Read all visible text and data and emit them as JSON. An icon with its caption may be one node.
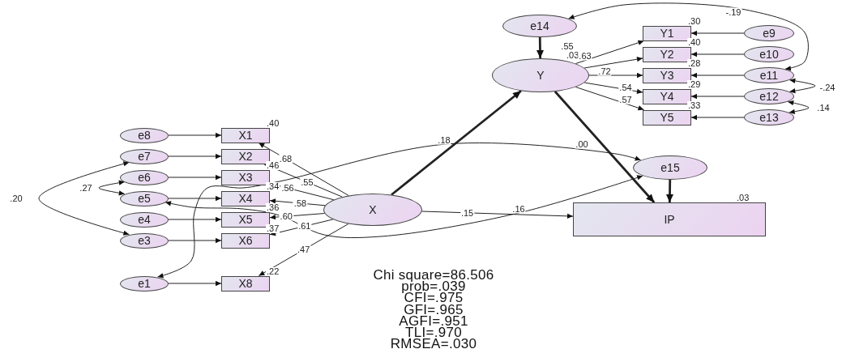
{
  "diagram": {
    "nodes": [
      {
        "text": [
          "e14"
        ]
      },
      {
        "text": [
          "Y1"
        ],
        "beside": [
          ".30"
        ]
      },
      {
        "text": [
          "e9"
        ]
      },
      {
        "text": [
          "Y"
        ],
        "beside": [
          ".03"
        ]
      },
      {
        "text": [
          "Y2"
        ],
        "beside": [
          ".40"
        ]
      },
      {
        "text": [
          "e10"
        ]
      },
      {
        "text": [
          "Y3"
        ],
        "beside": [
          ".28"
        ]
      },
      {
        "text": [
          "e11"
        ]
      },
      {
        "text": [
          "Y4"
        ],
        "beside": [
          ".29"
        ]
      },
      {
        "text": [
          "e12"
        ]
      },
      {
        "text": [
          "Y5"
        ],
        "beside": [
          ".33"
        ]
      },
      {
        "text": [
          "e13"
        ]
      },
      {
        "text": [
          "e8"
        ]
      },
      {
        "text": [
          "X1"
        ],
        "beside": [
          ".40"
        ]
      },
      {
        "text": [
          "e7"
        ]
      },
      {
        "text": [
          "X2"
        ]
      },
      {
        "text": [
          "e6"
        ]
      },
      {
        "text": [
          "X3"
        ],
        "beside": [
          ".46"
        ]
      },
      {
        "text": [
          "e15"
        ]
      },
      {
        "text": [
          "e5"
        ]
      },
      {
        "text": [
          "X4"
        ],
        "beside": [
          ".34"
        ]
      },
      {
        "text": [
          "X"
        ]
      },
      {
        "text": [
          "e4"
        ]
      },
      {
        "text": [
          "X5"
        ],
        "beside": [
          ".36"
        ]
      },
      {
        "text": [
          "IP"
        ],
        "beside": [
          ".03"
        ]
      },
      {
        "text": [
          "e3"
        ]
      },
      {
        "text": [
          "X6"
        ],
        "beside": [
          ".37"
        ]
      },
      {
        "text": [
          "e1"
        ]
      },
      {
        "text": [
          "X8"
        ],
        "beside": [
          ".22"
        ]
      }
    ],
    "edges": [
      {
        "from": 0,
        "to": 3,
        "arrow": "to",
        "style": "thick"
      },
      {
        "from": 3,
        "to": 1,
        "arrow": "to",
        "label": ".55"
      },
      {
        "from": 3,
        "to": 4,
        "arrow": "to",
        "label": ".63"
      },
      {
        "from": 3,
        "to": 6,
        "arrow": "to",
        "label": ".72"
      },
      {
        "from": 3,
        "to": 8,
        "arrow": "to",
        "label": ".54"
      },
      {
        "from": 3,
        "to": 10,
        "arrow": "to",
        "label": ".57"
      },
      {
        "from": 2,
        "to": 1,
        "arrow": "to"
      },
      {
        "from": 5,
        "to": 4,
        "arrow": "to"
      },
      {
        "from": 7,
        "to": 6,
        "arrow": "to"
      },
      {
        "from": 9,
        "to": 8,
        "arrow": "to"
      },
      {
        "from": 11,
        "to": 10,
        "arrow": "to"
      },
      {
        "from": 0,
        "to": 7,
        "arrow": "both",
        "label": "-.19"
      },
      {
        "from": 7,
        "to": 9,
        "arrow": "both",
        "label": "-.24"
      },
      {
        "from": 9,
        "to": 11,
        "arrow": "both",
        "label": ".14"
      },
      {
        "from": 12,
        "to": 13,
        "arrow": "to"
      },
      {
        "from": 14,
        "to": 15,
        "arrow": "to"
      },
      {
        "from": 16,
        "to": 17,
        "arrow": "to"
      },
      {
        "from": 19,
        "to": 20,
        "arrow": "to"
      },
      {
        "from": 22,
        "to": 23,
        "arrow": "to"
      },
      {
        "from": 25,
        "to": 26,
        "arrow": "to"
      },
      {
        "from": 27,
        "to": 28,
        "arrow": "to"
      },
      {
        "from": 14,
        "to": 25,
        "arrow": "both",
        "label": ".20"
      },
      {
        "from": 16,
        "to": 19,
        "arrow": "both",
        "label": ".27"
      },
      {
        "from": 21,
        "to": 13,
        "arrow": "to",
        "label": ".68"
      },
      {
        "from": 21,
        "to": 15,
        "arrow": "to",
        "label": ".55"
      },
      {
        "from": 21,
        "to": 17,
        "arrow": "to",
        "label": ".56"
      },
      {
        "from": 21,
        "to": 20,
        "arrow": "to",
        "label": ".58"
      },
      {
        "from": 21,
        "to": 23,
        "arrow": "to",
        "label": ".60"
      },
      {
        "from": 21,
        "to": 26,
        "arrow": "to",
        "label": ".61"
      },
      {
        "from": 21,
        "to": 28,
        "arrow": "to",
        "label": ".47"
      },
      {
        "from": 21,
        "to": 3,
        "arrow": "to",
        "style": "thick"
      },
      {
        "from": 3,
        "to": 24,
        "arrow": "to",
        "label": ".00",
        "style": "thick"
      },
      {
        "from": 18,
        "to": 24,
        "arrow": "to",
        "style": "thick"
      },
      {
        "from": 21,
        "to": 24,
        "arrow": "to",
        "label": ".15"
      },
      {
        "from": 27,
        "to": 18,
        "arrow": "both",
        "label": ".18"
      },
      {
        "from": 19,
        "to": 18,
        "arrow": "both",
        "label": ".16"
      }
    ],
    "labels": [
      "Chi square=86.506",
      "prob=.039",
      "CFI=.975",
      "GFI=.965",
      "AGFI=.951",
      "TLI=.970",
      "RMSEA=.030"
    ]
  }
}
